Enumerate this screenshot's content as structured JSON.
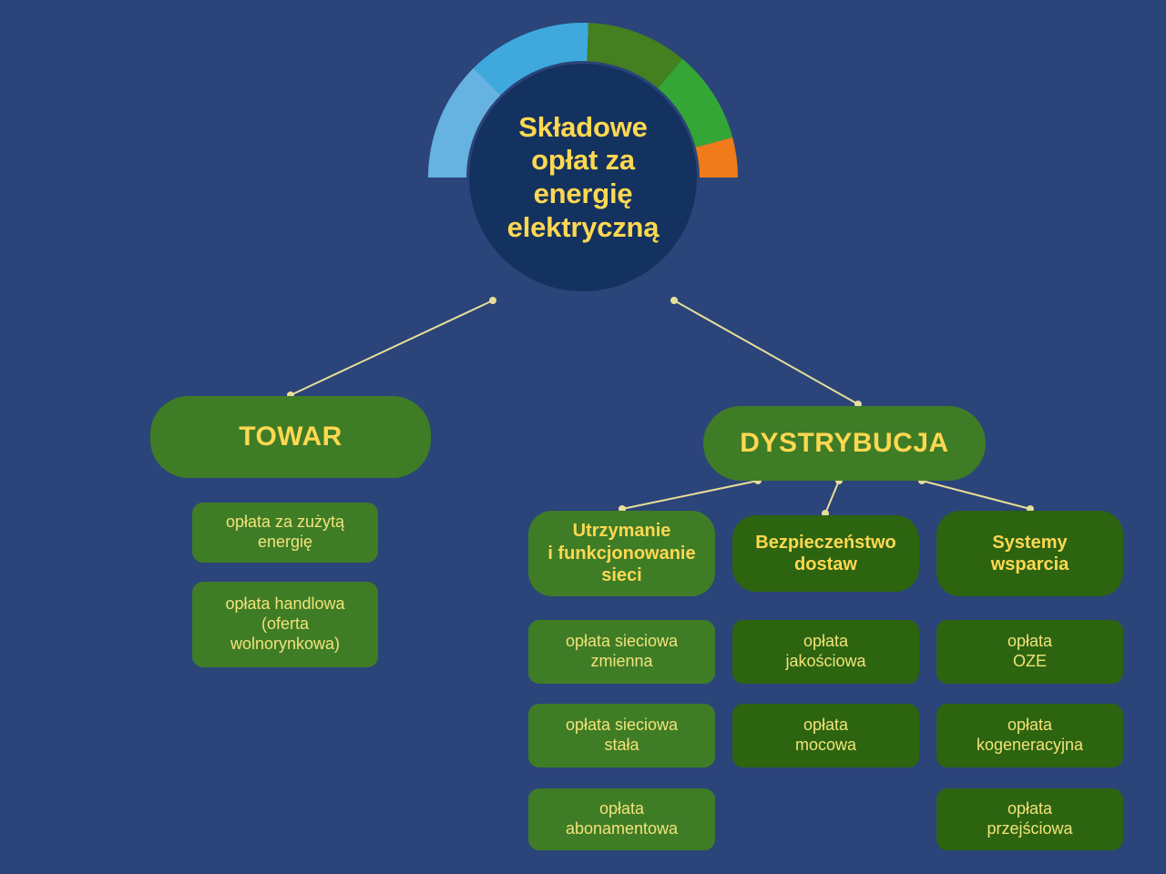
{
  "theme": {
    "background": "#2b4479",
    "hub_fill": "#14325f",
    "title_color": "#ffd851",
    "leaf_text_color": "#f2e37a",
    "green_mid": "#3f7c26",
    "green_dark": "#2d6410",
    "connector_color": "#e8de9a"
  },
  "hub": {
    "title": "Składowe\nopłat za\nenergię\nelektryczną",
    "ring_segments": [
      {
        "name": "segment-light-blue",
        "color": "#66b2e0",
        "start_deg": 180,
        "end_deg": 225
      },
      {
        "name": "segment-cyan-blue",
        "color": "#3fa9dd",
        "start_deg": 225,
        "end_deg": 272
      },
      {
        "name": "segment-olive-green",
        "color": "#44801f",
        "start_deg": 272,
        "end_deg": 310
      },
      {
        "name": "segment-bright-green",
        "color": "#34a636",
        "start_deg": 310,
        "end_deg": 345
      },
      {
        "name": "segment-orange",
        "color": "#ef7b1b",
        "start_deg": 345,
        "end_deg": 360
      }
    ]
  },
  "branches": [
    {
      "id": "towar",
      "label": "TOWAR",
      "shade": "g-mid",
      "items": [
        {
          "label": "opłata za zużytą\nenergię",
          "shade": "g-mid"
        },
        {
          "label": "opłata handlowa\n(oferta\nwolnorynkowa)",
          "shade": "g-mid"
        }
      ]
    },
    {
      "id": "dystrybucja",
      "label": "DYSTRYBUCJA",
      "shade": "g-mid",
      "columns": [
        {
          "id": "utrzymanie",
          "header": "Utrzymanie\ni funkcjonowanie\nsieci",
          "shade": "g-mid",
          "items": [
            {
              "label": "opłata sieciowa\nzmienna",
              "shade": "g-mid"
            },
            {
              "label": "opłata sieciowa\nstała",
              "shade": "g-mid"
            },
            {
              "label": "opłata\nabonamentowa",
              "shade": "g-mid"
            }
          ]
        },
        {
          "id": "bezpieczenstwo",
          "header": "Bezpieczeństwo\ndostaw",
          "shade": "g-dark",
          "items": [
            {
              "label": "opłata\njakościowa",
              "shade": "g-dark"
            },
            {
              "label": "opłata\nmocowa",
              "shade": "g-dark"
            }
          ]
        },
        {
          "id": "systemy",
          "header": "Systemy\nwsparcia",
          "shade": "g-dark",
          "items": [
            {
              "label": "opłata\nOZE",
              "shade": "g-dark"
            },
            {
              "label": "opłata\nkogeneracyjna",
              "shade": "g-dark"
            },
            {
              "label": "opłata\nprzejściowa",
              "shade": "g-dark"
            }
          ]
        }
      ]
    }
  ]
}
